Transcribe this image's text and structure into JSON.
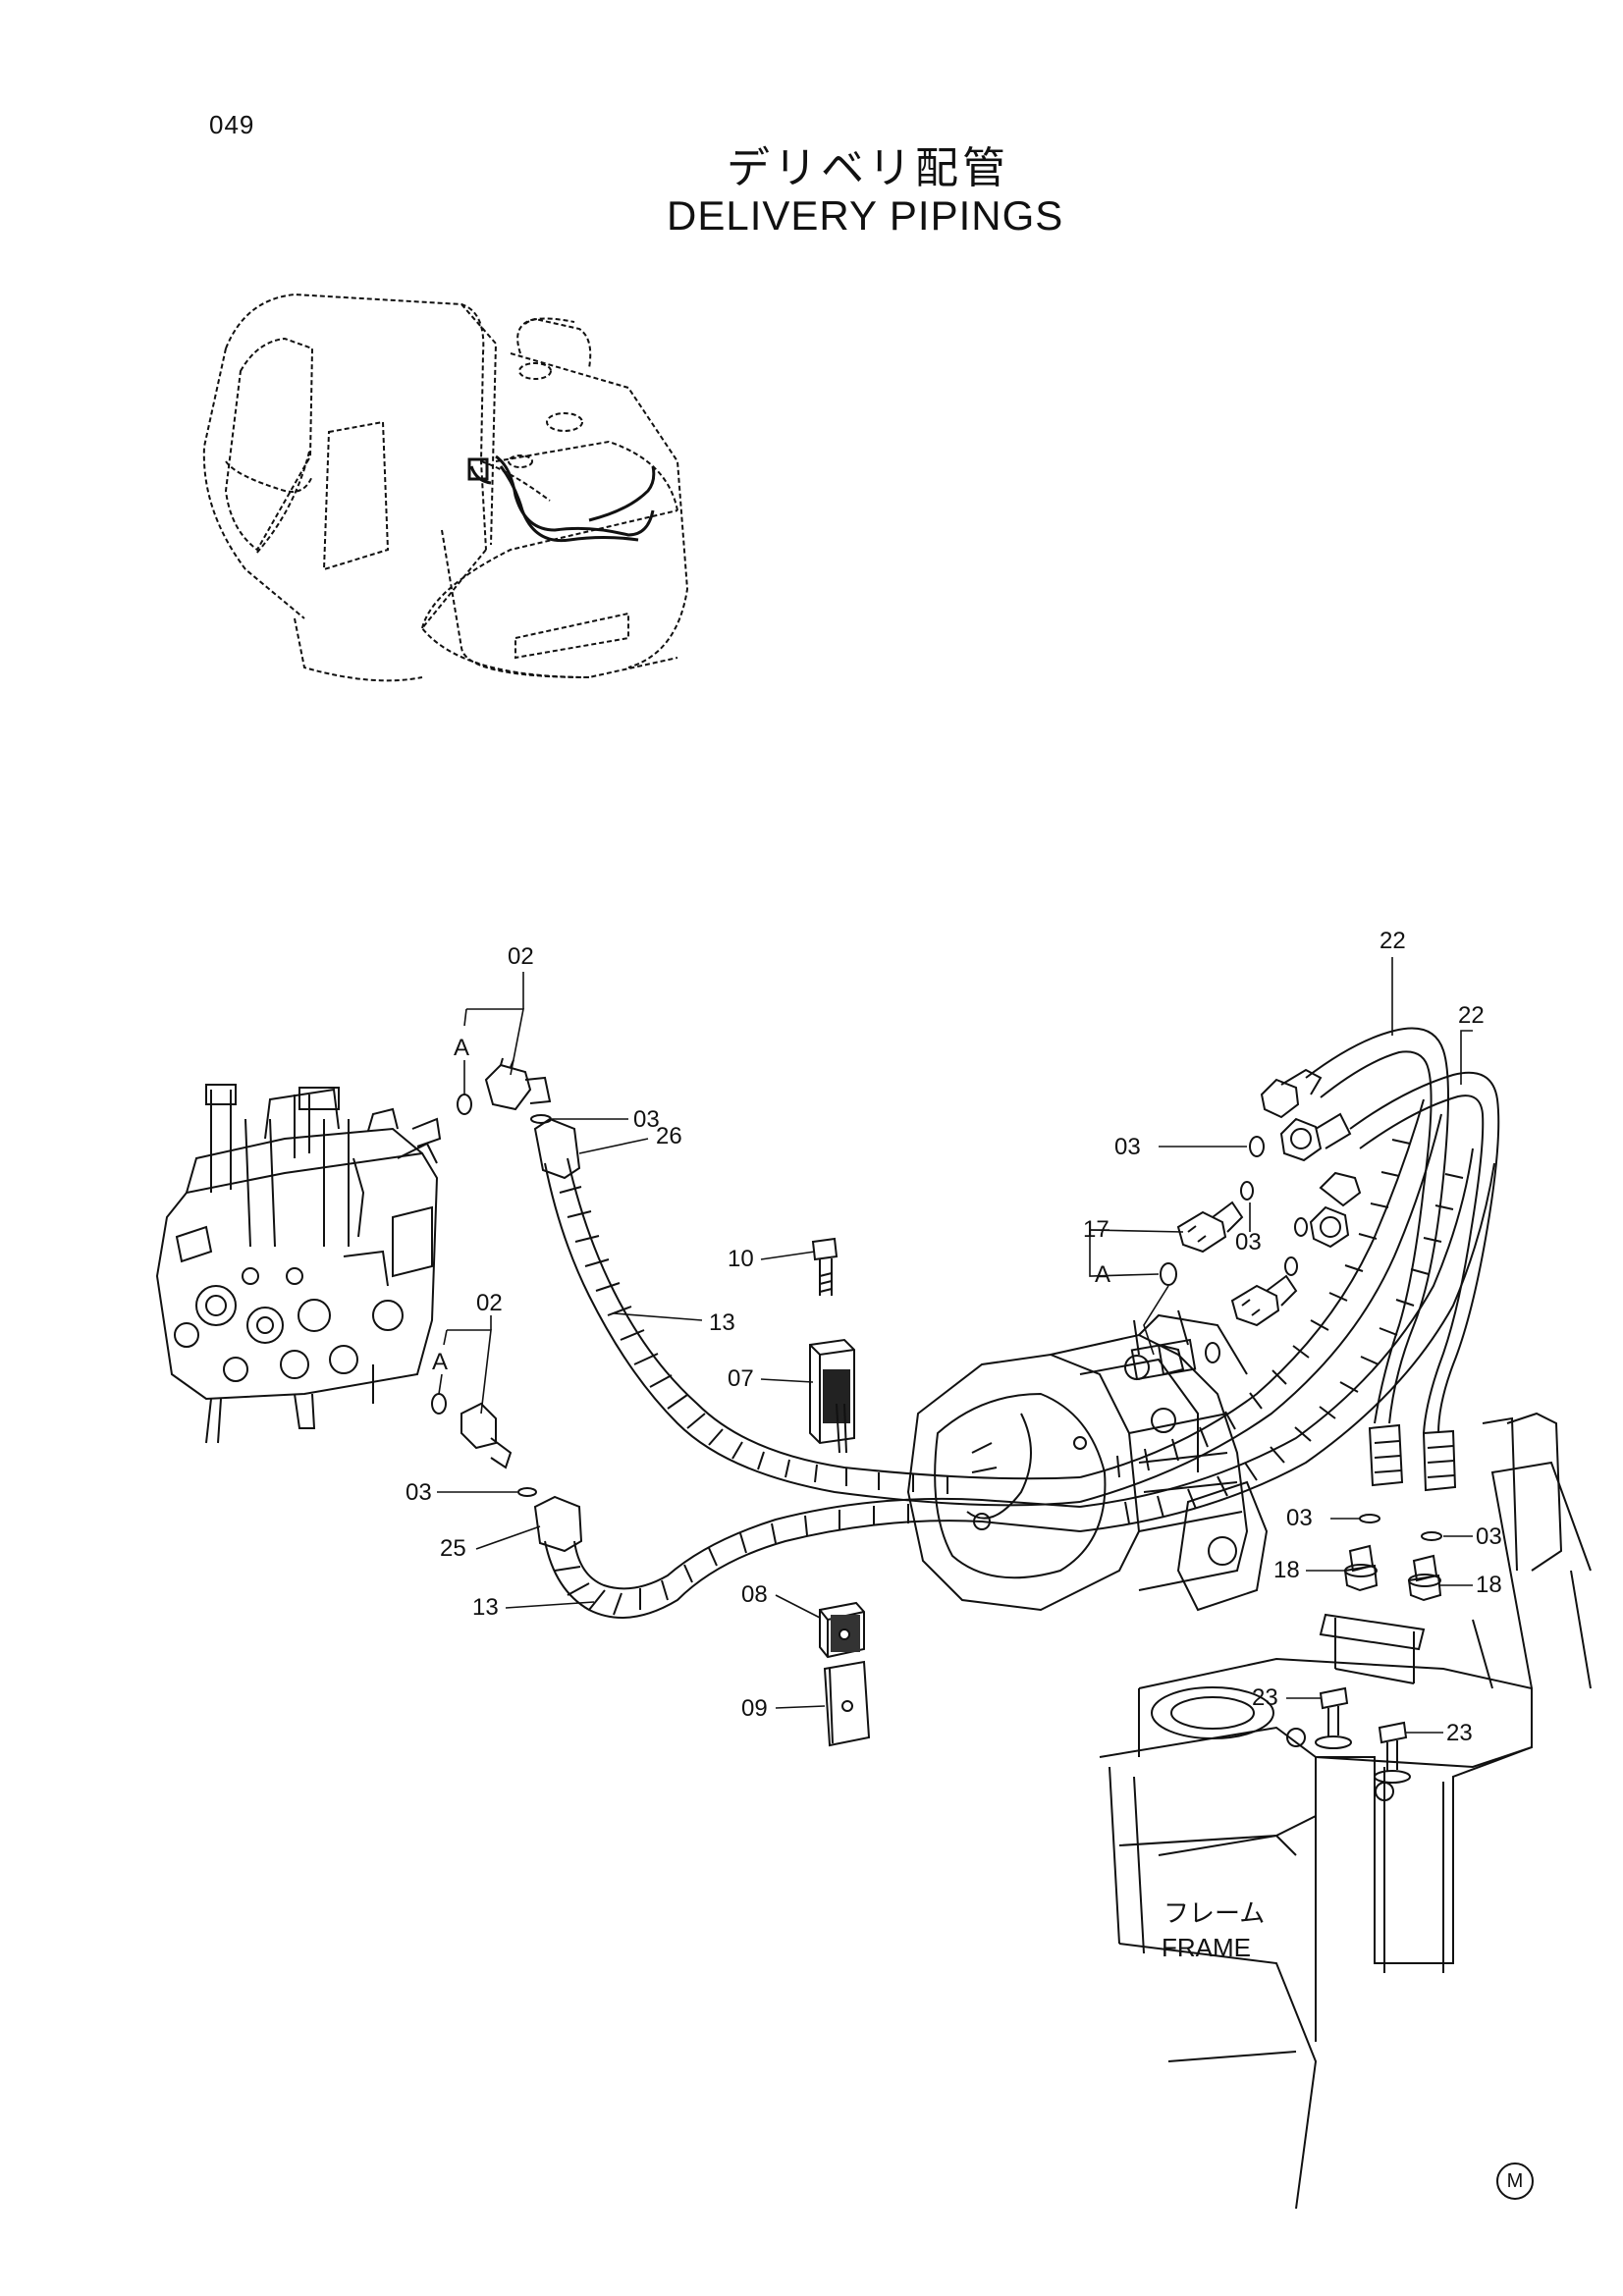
{
  "page_number": "049",
  "title_ja": "デリベリ配管",
  "title_en": "DELIVERY PIPINGS",
  "callouts": {
    "c02_top": "02",
    "c_A_top": "A",
    "c03_top": "03",
    "c26": "26",
    "c10": "10",
    "c13_mid": "13",
    "c07": "07",
    "c02_mid": "02",
    "c_A_mid": "A",
    "c03_left": "03",
    "c25": "25",
    "c13_low": "13",
    "c08": "08",
    "c09": "09",
    "c22_a": "22",
    "c22_b": "22",
    "c03_right_top": "03",
    "c03_right_mid": "03",
    "c17": "17",
    "c_A_right": "A",
    "c03_right_low1": "03",
    "c03_right_low2": "03",
    "c18_left": "18",
    "c18_right": "18",
    "c23_left": "23",
    "c23_right": "23"
  },
  "frame_label_ja": "フレーム",
  "frame_label_en": "FRAME",
  "corner_mark": "M"
}
